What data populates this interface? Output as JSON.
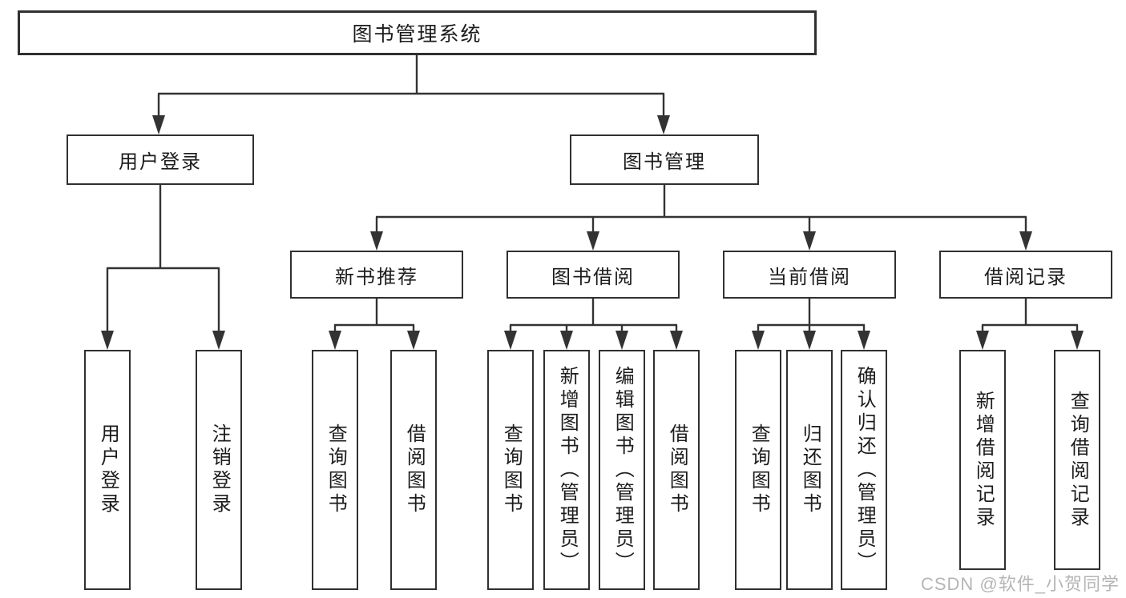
{
  "diagram": {
    "root": {
      "label": "图书管理系统"
    },
    "level2": [
      {
        "label": "用户登录"
      },
      {
        "label": "图书管理"
      }
    ],
    "level3": [
      {
        "label": "新书推荐"
      },
      {
        "label": "图书借阅"
      },
      {
        "label": "当前借阅"
      },
      {
        "label": "借阅记录"
      }
    ],
    "leaves": {
      "user_login": [
        {
          "label": "用户登录"
        },
        {
          "label": "注销登录"
        }
      ],
      "new_book_recommend": [
        {
          "label": "查询图书"
        },
        {
          "label": "借阅图书"
        }
      ],
      "book_borrow": [
        {
          "label": "查询图书"
        },
        {
          "label": "新增图书（管理员）"
        },
        {
          "label": "编辑图书（管理员）"
        },
        {
          "label": "借阅图书"
        }
      ],
      "current_borrow": [
        {
          "label": "查询图书"
        },
        {
          "label": "归还图书"
        },
        {
          "label": "确认归还（管理员）"
        }
      ],
      "borrow_record": [
        {
          "label": "新增借阅记录"
        },
        {
          "label": "查询借阅记录"
        }
      ]
    }
  },
  "watermark": {
    "text": "CSDN @软件_小贺同学"
  },
  "colors": {
    "line": "#333333",
    "box_border": "#303030",
    "text": "#1c1c1c",
    "watermark": "#b5b5b5",
    "background": "#ffffff"
  }
}
